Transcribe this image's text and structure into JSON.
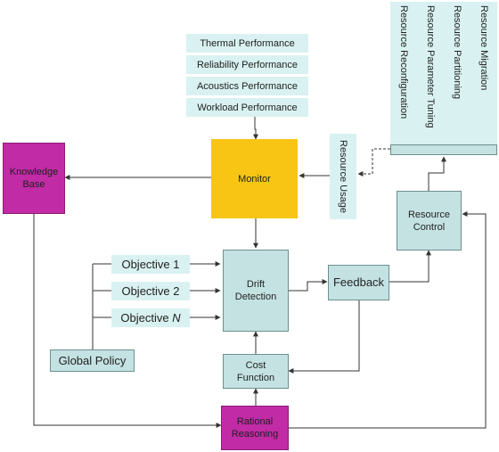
{
  "performance_inputs": [
    "Thermal Performance",
    "Reliability Performance",
    "Acoustics Performance",
    "Workload Performance"
  ],
  "monitor": "Monitor",
  "knowledge_base": "Knowledge\nBase",
  "resource_usage": "Resource Usage",
  "resource_actions": [
    "Resource Migration",
    "Resource Partitioning",
    "Resource Parameter Tuning",
    "Resource Reconfiguration"
  ],
  "resource_control": "Resource\nControl",
  "objectives": [
    "Objective 1",
    "Objective 2",
    "Objective "
  ],
  "objective_n_suffix": "N",
  "drift_detection": "Drift\nDetection",
  "feedback": "Feedback",
  "global_policy": "Global Policy",
  "cost_function": "Cost\nFunction",
  "rational_reasoning": "Rational\nReasoning",
  "colors": {
    "monitor": "#f8c514",
    "magenta_boxes": "#c22ba6",
    "teal_boxes": "#c4e2e2",
    "light_boxes": "#d9f1f1"
  }
}
